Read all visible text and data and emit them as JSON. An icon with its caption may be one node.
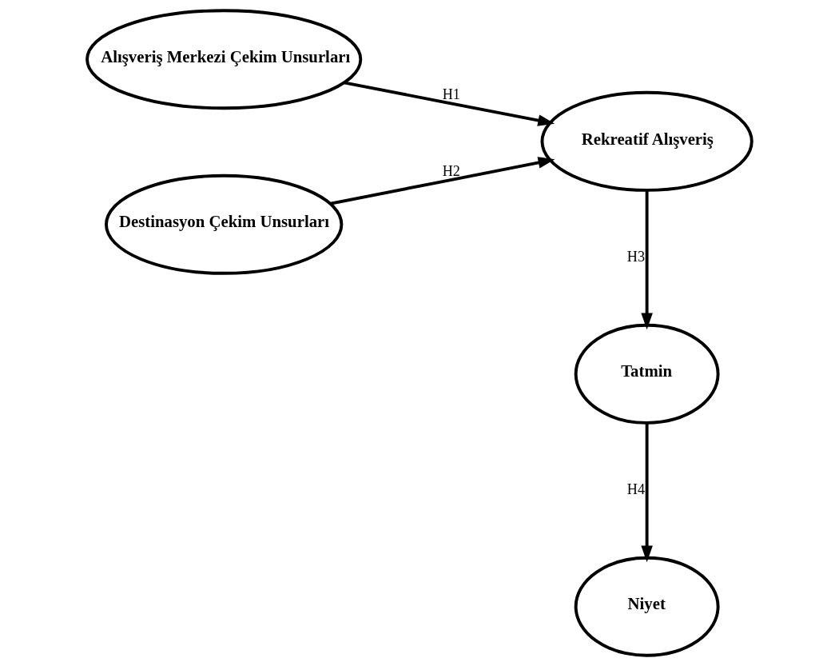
{
  "diagram": {
    "nodes": [
      {
        "text": [
          "Alışveriş Merkezi Çekim Unsurları"
        ]
      },
      {
        "text": [
          "Rekreatif Alışveriş"
        ]
      },
      {
        "text": [
          "Destinasyon Çekim Unsurları"
        ]
      },
      {
        "text": [
          "Tatmin"
        ]
      },
      {
        "text": [
          "Niyet"
        ]
      }
    ],
    "edges": [
      {
        "from": 0,
        "to": 1,
        "arrow": "to",
        "label": "H1"
      },
      {
        "from": 2,
        "to": 1,
        "arrow": "to",
        "label": "H2"
      },
      {
        "from": 1,
        "to": 3,
        "arrow": "to",
        "label": "H3"
      },
      {
        "from": 3,
        "to": 4,
        "arrow": "to",
        "label": "H4"
      }
    ]
  }
}
